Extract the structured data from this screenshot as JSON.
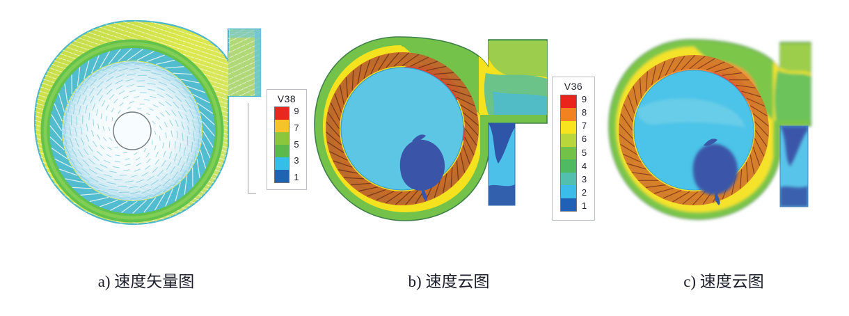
{
  "figure": {
    "background_color": "#ffffff",
    "panel_count": 3
  },
  "panels": [
    {
      "id": "a",
      "caption": "a) 速度矢量图",
      "plot_type": "velocity vector plot",
      "machine": "centrifugal fan (volute + forward-curved impeller)"
    },
    {
      "id": "b",
      "caption": "b) 速度云图",
      "plot_type": "velocity contour cloud",
      "machine": "centrifugal fan (volute + forward-curved impeller)"
    },
    {
      "id": "c",
      "caption": "c) 速度云图",
      "plot_type": "velocity contour cloud",
      "machine": "centrifugal fan (volute + forward-curved impeller)"
    }
  ],
  "legends": {
    "a": {
      "title": "V38",
      "labels": [
        "9",
        "7",
        "5",
        "3",
        "1"
      ],
      "colors": [
        "#e8271e",
        "#f6c32a",
        "#8cc63f",
        "#5aba4a",
        "#37bdea",
        "#1f63b4"
      ]
    },
    "c": {
      "title": "V36",
      "labels": [
        "9",
        "8",
        "7",
        "6",
        "5",
        "4",
        "3",
        "2",
        "1"
      ],
      "colors": [
        "#e8241c",
        "#f2811f",
        "#f7e41f",
        "#b9d73a",
        "#72c24a",
        "#4fba62",
        "#53bfae",
        "#3cbce8",
        "#2060b6"
      ]
    }
  },
  "chart_data": {
    "type": "heatmap",
    "title": "",
    "subtitle": "",
    "quantity": "velocity magnitude",
    "legend_position": "right of each plot",
    "grid": false,
    "charts": [
      {
        "panel": "a",
        "caption": "a) 速度矢量图",
        "type": "vector",
        "legend_title": "V38",
        "legend_ticks": [
          9,
          7,
          5,
          3,
          1
        ],
        "range": [
          1,
          9
        ],
        "regions": [
          {
            "name": "volute-outer-scroll",
            "value": 6,
            "color": "#a8cf4e"
          },
          {
            "name": "volute-mid-scroll",
            "value": 7,
            "color": "#d7e04a"
          },
          {
            "name": "impeller-blade-ring",
            "value": 3,
            "color": "#3fb8d8"
          },
          {
            "name": "impeller-core",
            "value": 2,
            "color": "#e3f3f7"
          },
          {
            "name": "outlet-duct",
            "value": 5,
            "color": "#bcd985"
          }
        ]
      },
      {
        "panel": "b",
        "caption": "b) 速度云图",
        "type": "contour",
        "legend_title": "V36",
        "legend_ticks": [
          9,
          8,
          7,
          6,
          5,
          4,
          3,
          2,
          1
        ],
        "range": [
          1,
          9
        ],
        "regions": [
          {
            "name": "volute-outer-band",
            "value": 5,
            "color": "#72c24a"
          },
          {
            "name": "volute-yellow-band",
            "value": 7,
            "color": "#f7e41f"
          },
          {
            "name": "blade-high-speed-zone",
            "value": 9,
            "color": "#e8241c"
          },
          {
            "name": "blade-ring",
            "value": 8,
            "color": "#e2742a"
          },
          {
            "name": "impeller-eye",
            "value": 3,
            "color": "#3cbce8"
          },
          {
            "name": "low-speed-vortex-core",
            "value": 1,
            "color": "#2f55a8"
          },
          {
            "name": "discharge-duct-upper",
            "value": 6,
            "color": "#9fcb4e"
          },
          {
            "name": "discharge-duct-lower",
            "value": 3,
            "color": "#46b9e2"
          }
        ]
      },
      {
        "panel": "c",
        "caption": "c) 速度云图",
        "type": "contour",
        "legend_title": "V36",
        "legend_ticks": [
          9,
          8,
          7,
          6,
          5,
          4,
          3,
          2,
          1
        ],
        "range": [
          1,
          9
        ],
        "regions": [
          {
            "name": "volute-outer-band",
            "value": 6,
            "color": "#8dc84a"
          },
          {
            "name": "volute-yellow-band",
            "value": 7,
            "color": "#f4e02a"
          },
          {
            "name": "blade-high-speed-zone",
            "value": 9,
            "color": "#e8443a"
          },
          {
            "name": "blade-orange-zone",
            "value": 8,
            "color": "#f29433"
          },
          {
            "name": "impeller-eye",
            "value": 3,
            "color": "#4cc3e8"
          },
          {
            "name": "low-speed-vortex-core",
            "value": 1,
            "color": "#3a57a8"
          },
          {
            "name": "discharge-duct-upper",
            "value": 6,
            "color": "#8cc84c"
          },
          {
            "name": "discharge-duct-lower",
            "value": 3,
            "color": "#47b7e4"
          }
        ]
      }
    ]
  }
}
